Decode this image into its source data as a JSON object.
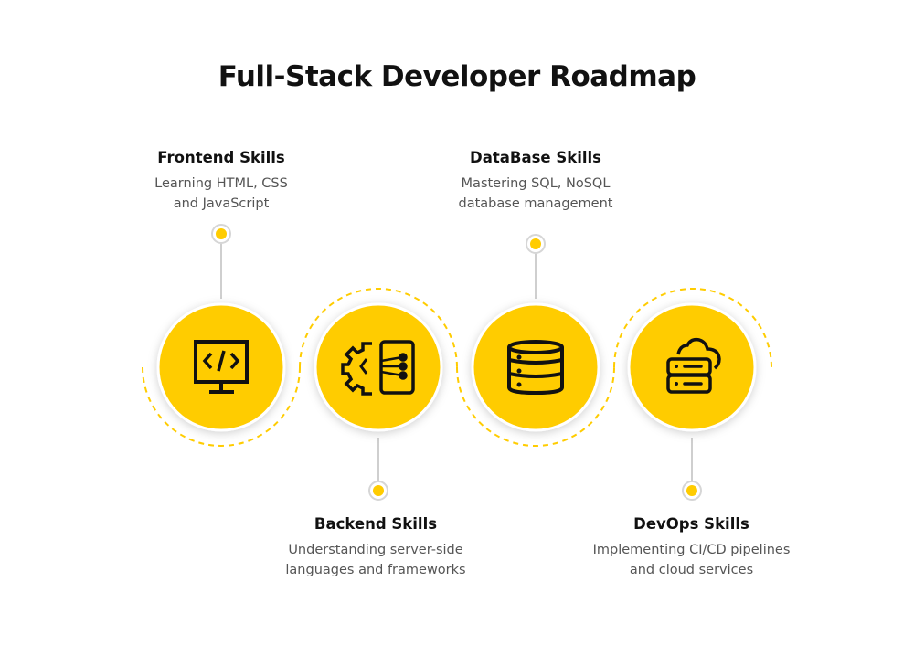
{
  "title": "Full-Stack Developer Roadmap",
  "colors": {
    "accent": "#FFCC00",
    "connector": "#CFCFCF",
    "text": "#111111",
    "muted": "#555555"
  },
  "steps": [
    {
      "title": "Frontend Skills",
      "line1": "Learning HTML, CSS",
      "line2": "and JavaScript",
      "icon": "code-monitor-icon"
    },
    {
      "title": "Backend Skills",
      "line1": "Understanding server-side",
      "line2": "languages and frameworks",
      "icon": "gear-server-icon"
    },
    {
      "title": "DataBase Skills",
      "line1": "Mastering SQL, NoSQL",
      "line2": "database management",
      "icon": "database-icon"
    },
    {
      "title": "DevOps Skills",
      "line1": "Implementing CI/CD pipelines",
      "line2": "and cloud services",
      "icon": "cloud-server-icon"
    }
  ]
}
